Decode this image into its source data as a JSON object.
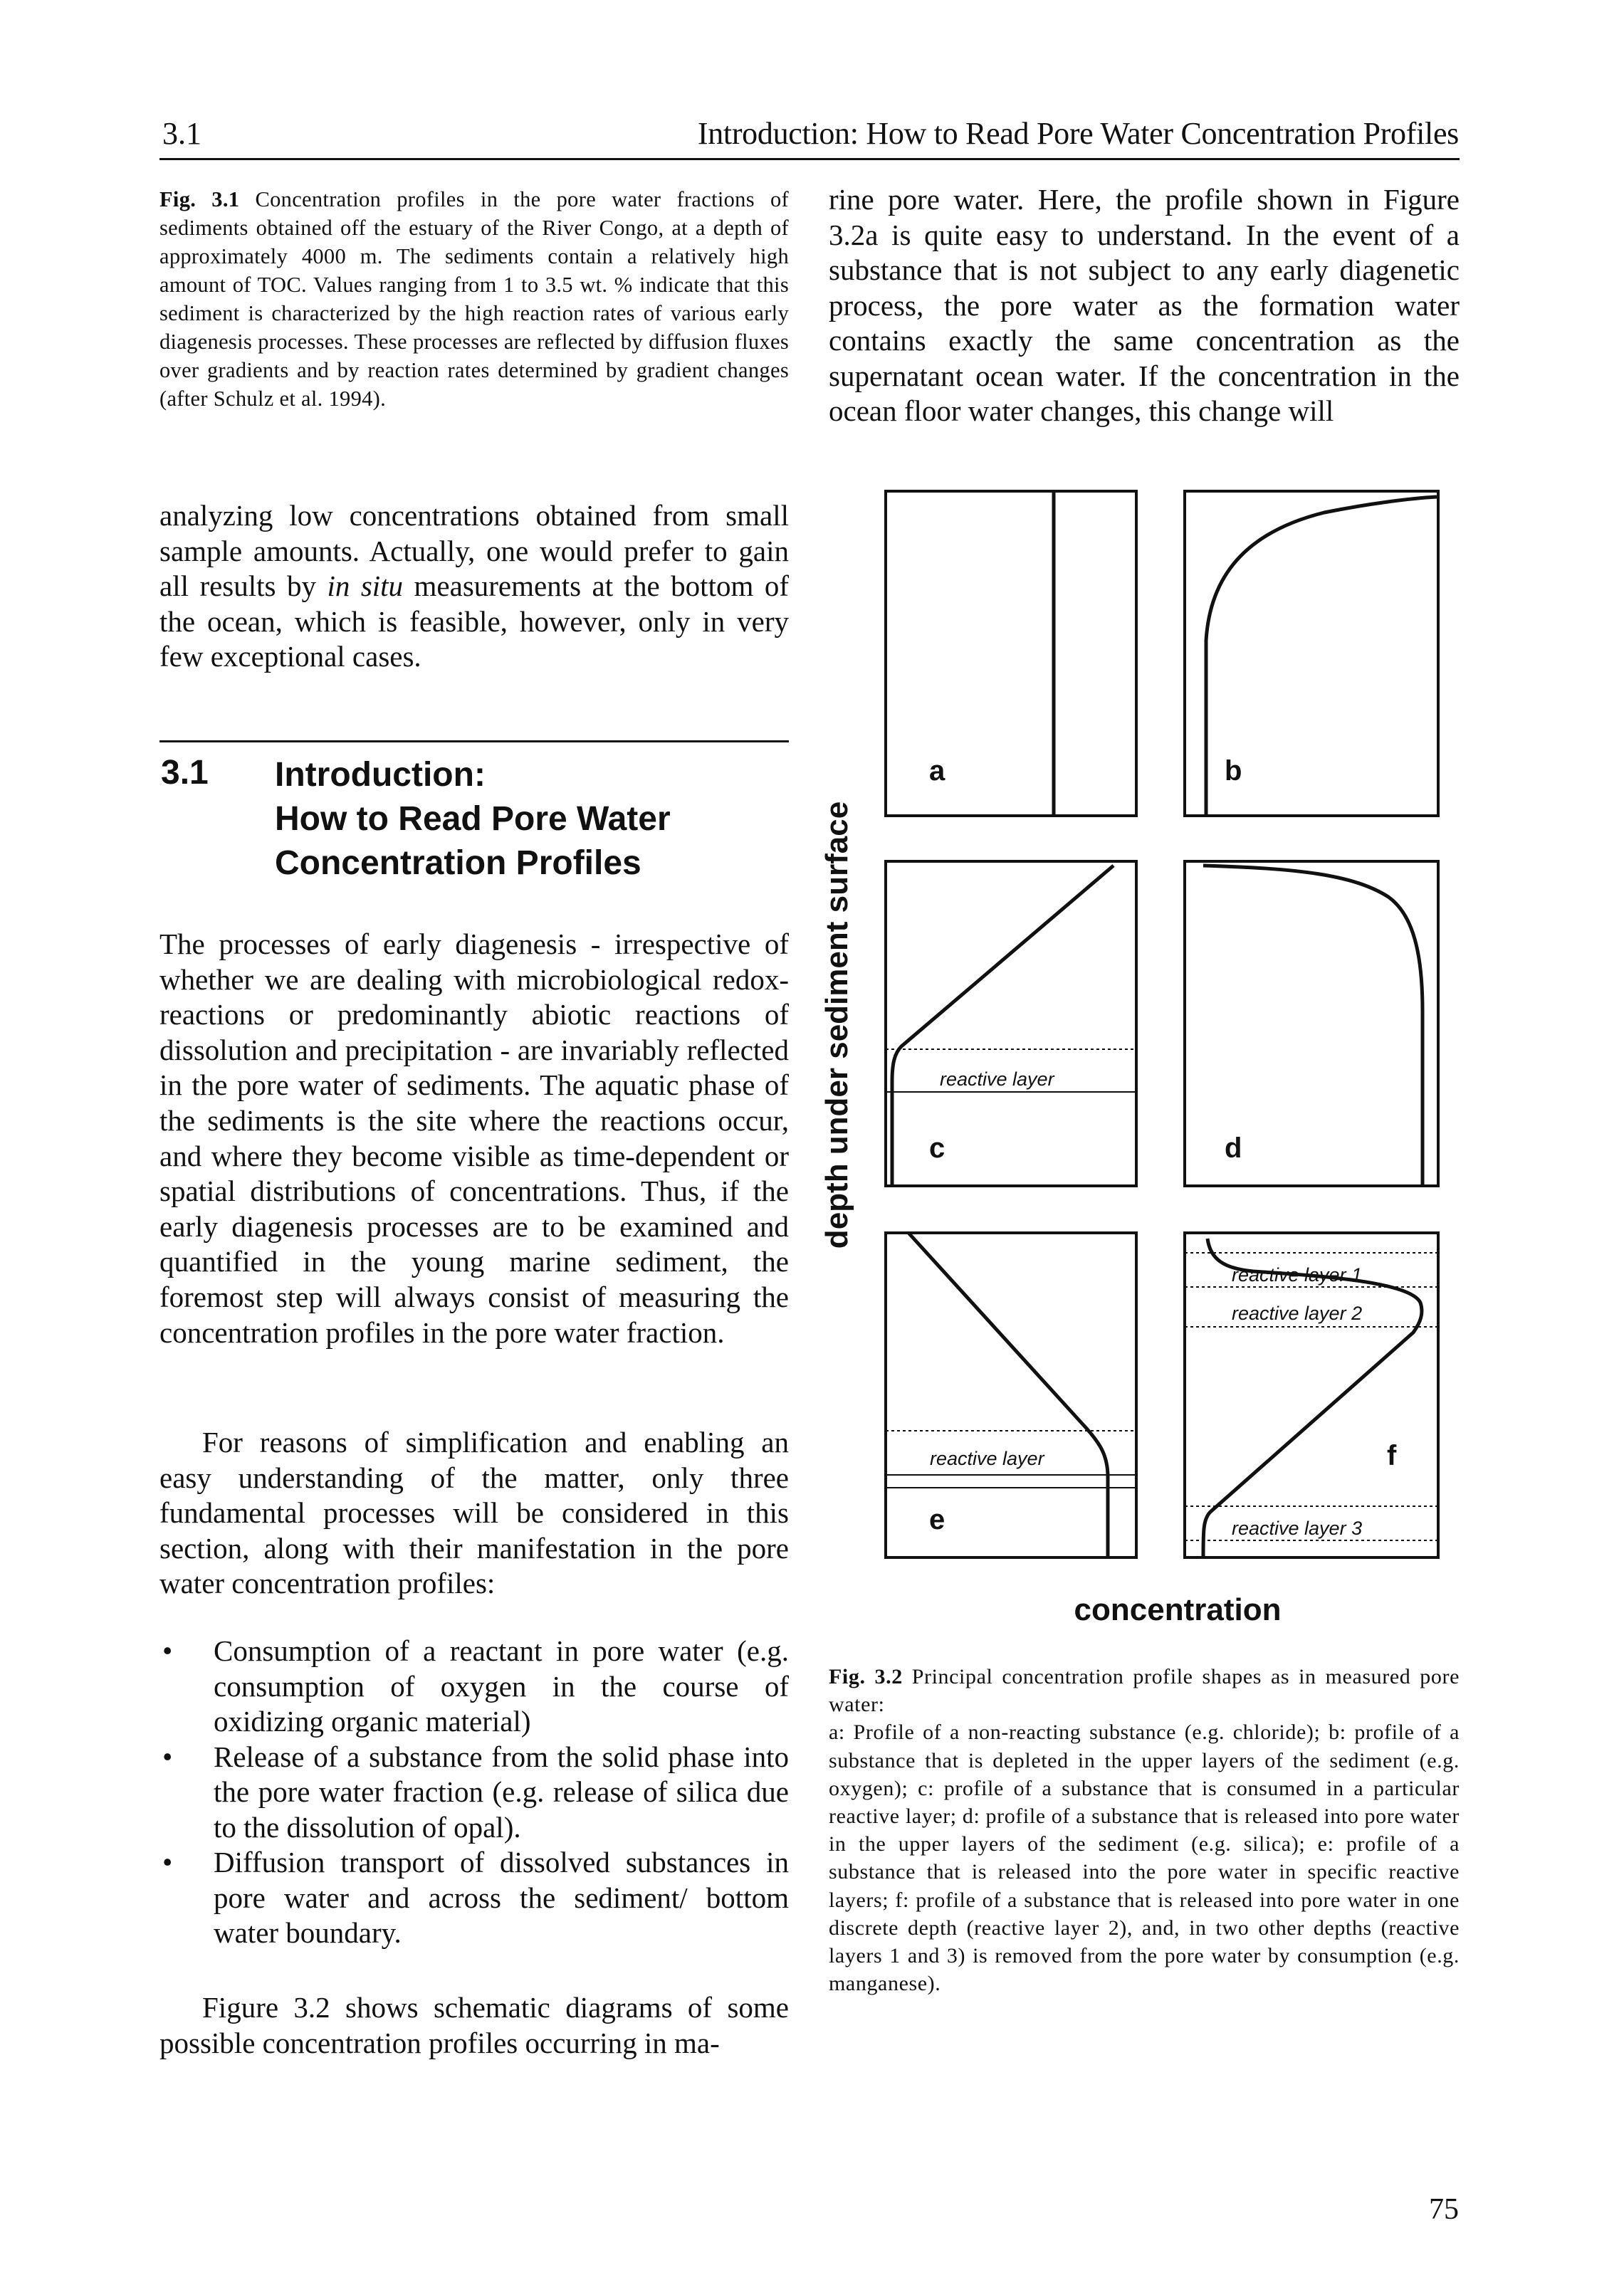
{
  "header": {
    "section_number": "3.1",
    "running_title": "Introduction: How to Read Pore Water Concentration Profiles"
  },
  "figure_3_1": {
    "label": "Fig. 3.1",
    "caption": "Concentration profiles in the pore water fractions of sediments obtained off the estuary of the River Congo, at a depth of approximately 4000 m. The sediments contain a relatively high amount of TOC. Values ranging from 1 to 3.5 wt. % indicate that this sediment is characterized by the high reaction rates of various early diagenesis processes. These processes are reflected by diffusion fluxes over gradients and by reaction rates determined by gradient changes (after Schulz et al. 1994)."
  },
  "right_top_paragraph": "rine pore water. Here, the profile shown in Figure 3.2a is quite easy to understand. In the event of a substance that is not subject to any early diagenetic process, the pore water as the formation water contains exactly the same concentration as the supernatant ocean water. If the concentration in the ocean floor water changes, this change will",
  "left_paragraph_1": {
    "before": "analyzing low concentrations obtained from small sample amounts. Actually, one would prefer to gain all results by ",
    "italic": "in situ",
    "after": " measurements at the bottom of the ocean, which is feasible, however, only in very few exceptional cases."
  },
  "section": {
    "number": "3.1",
    "title_line1": "Introduction:",
    "title_line2": "How to Read Pore Water",
    "title_line3": "Concentration Profiles"
  },
  "paragraph_2": "The processes of early diagenesis - irrespective of whether we are dealing with microbiological redox-reactions or predominantly abiotic reactions of dissolution and precipitation - are invariably reflected in the pore water of sediments. The aquatic phase of the sediments is the site where the reactions occur, and where they become visible as time-dependent or spatial distributions of concentrations. Thus, if the early diagenesis processes are to be examined and quantified in the young marine sediment, the foremost step will always consist of measuring the concentration profiles in the pore water fraction.",
  "paragraph_3": "For reasons of simplification and enabling an easy understanding of the matter, only three fundamental processes will be considered in this section, along with their manifestation in the pore water concentration profiles:",
  "bullets": [
    "Consumption of a reactant in pore water (e.g. consumption of oxygen in the course of oxidizing organic material)",
    "Release of a substance from the solid phase into the pore water fraction (e.g. release of silica due to the dissolution of opal).",
    "Diffusion transport of dissolved substances in pore water and across the sediment/ bottom water boundary."
  ],
  "bullet_symbol": "•",
  "paragraph_4": "Figure 3.2 shows schematic diagrams of some possible concentration profiles occurring in ma-",
  "figure_3_2": {
    "y_axis_label": "depth under sediment surface",
    "x_axis_label": "concentration",
    "panel_labels": [
      "a",
      "b",
      "c",
      "d",
      "e",
      "f"
    ],
    "reactive_layer": "reactive layer",
    "reactive_layer_1": "reactive layer 1",
    "reactive_layer_2": "reactive layer 2",
    "reactive_layer_3": "reactive layer 3",
    "label": "Fig. 3.2",
    "caption_intro": "Principal concentration profile shapes as in measured pore water:",
    "caption_body": "a: Profile of a non-reacting substance (e.g. chloride); b: profile of a substance that is depleted in the upper layers of the sediment (e.g. oxygen); c: profile of a substance that is consumed in a particular reactive layer; d: profile of a substance that is released into pore water in the upper layers of the sediment (e.g. silica); e: profile of a substance that is released into the pore water in specific reactive layers; f: profile of a substance that is released into pore water in one discrete depth (reactive layer 2), and, in two other depths (reactive layers 1 and 3) is removed from the pore water by consumption (e.g. manganese)."
  },
  "page_number": "75"
}
